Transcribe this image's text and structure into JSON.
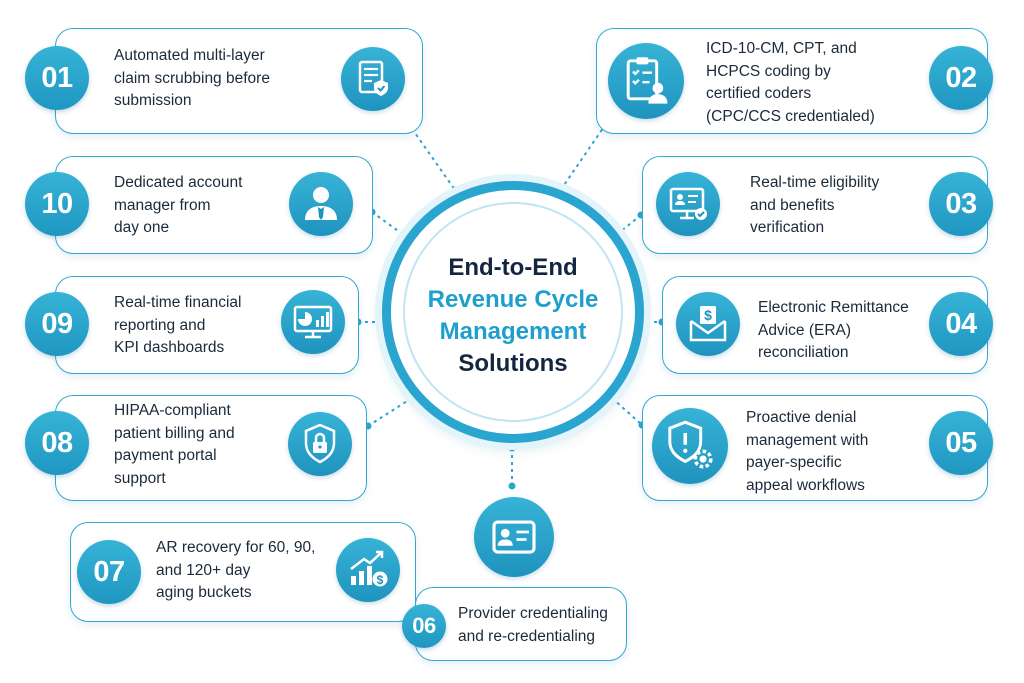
{
  "hub": {
    "line1": "End-to-End",
    "line2": "Revenue Cycle",
    "line3": "Management",
    "line4": "Solutions"
  },
  "colors": {
    "accent": "#2aa5cf",
    "dark_text": "#14263f",
    "card_border": "#33a9cf"
  },
  "items": [
    {
      "number": "01",
      "icon": "document-shield-icon",
      "text": "Automated multi-layer\nclaim scrubbing before\nsubmission"
    },
    {
      "number": "02",
      "icon": "clipboard-checklist-user-icon",
      "text": "ICD-10-CM, CPT, and\nHCPCS coding by\ncertified coders\n(CPC/CCS credentialed)"
    },
    {
      "number": "03",
      "icon": "monitor-id-check-icon",
      "text": "Real-time eligibility\nand benefits\nverification"
    },
    {
      "number": "04",
      "icon": "dollar-envelope-icon",
      "text": "Electronic Remittance\nAdvice (ERA)\nreconciliation"
    },
    {
      "number": "05",
      "icon": "alert-shield-gear-icon",
      "text": "Proactive denial\nmanagement with\npayer-specific\nappeal workflows"
    },
    {
      "number": "06",
      "icon": "id-card-icon",
      "text": "Provider credentialing\nand re-credentialing"
    },
    {
      "number": "07",
      "icon": "growth-chart-dollar-icon",
      "text": "AR recovery for 60, 90,\nand 120+ day\naging buckets"
    },
    {
      "number": "08",
      "icon": "shield-lock-icon",
      "text": "HIPAA-compliant\npatient billing and\npayment portal\nsupport"
    },
    {
      "number": "09",
      "icon": "monitor-dashboard-icon",
      "text": "Real-time financial\nreporting and\nKPI dashboards"
    },
    {
      "number": "10",
      "icon": "account-manager-icon",
      "text": "Dedicated account\nmanager from\nday one"
    }
  ]
}
